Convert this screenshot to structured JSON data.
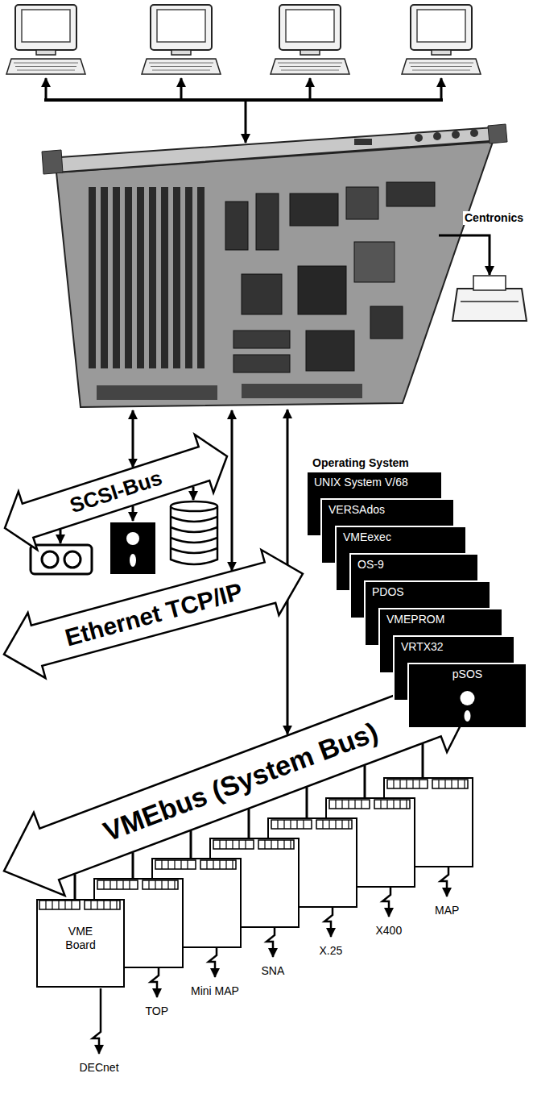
{
  "diagram": {
    "nodes": [
      {
        "text": [
          "SCSI-Bus"
        ]
      },
      {
        "text": [
          "Ethernet TCP/IP"
        ]
      },
      {
        "text": [
          "UNIX System V/68"
        ]
      },
      {
        "text": [
          "VERSAdos"
        ]
      },
      {
        "text": [
          "VMEexec"
        ]
      },
      {
        "text": [
          "OS-9"
        ]
      },
      {
        "text": [
          "PDOS"
        ]
      },
      {
        "text": [
          "VMEPROM"
        ]
      },
      {
        "text": [
          "VRTX32"
        ]
      },
      {
        "text": [
          "pSOS"
        ]
      },
      {
        "text": [
          "VMEbus (System Bus)"
        ]
      },
      {
        "text": [
          "VME Board"
        ]
      }
    ],
    "edges": [
      {
        "from": 11,
        "to": 10,
        "arrow": "none"
      }
    ],
    "labels": [
      "Centronics",
      "Operating System",
      "DECnet",
      "TOP",
      "Mini MAP",
      "SNA",
      "X.25",
      "X400",
      "MAP"
    ]
  }
}
